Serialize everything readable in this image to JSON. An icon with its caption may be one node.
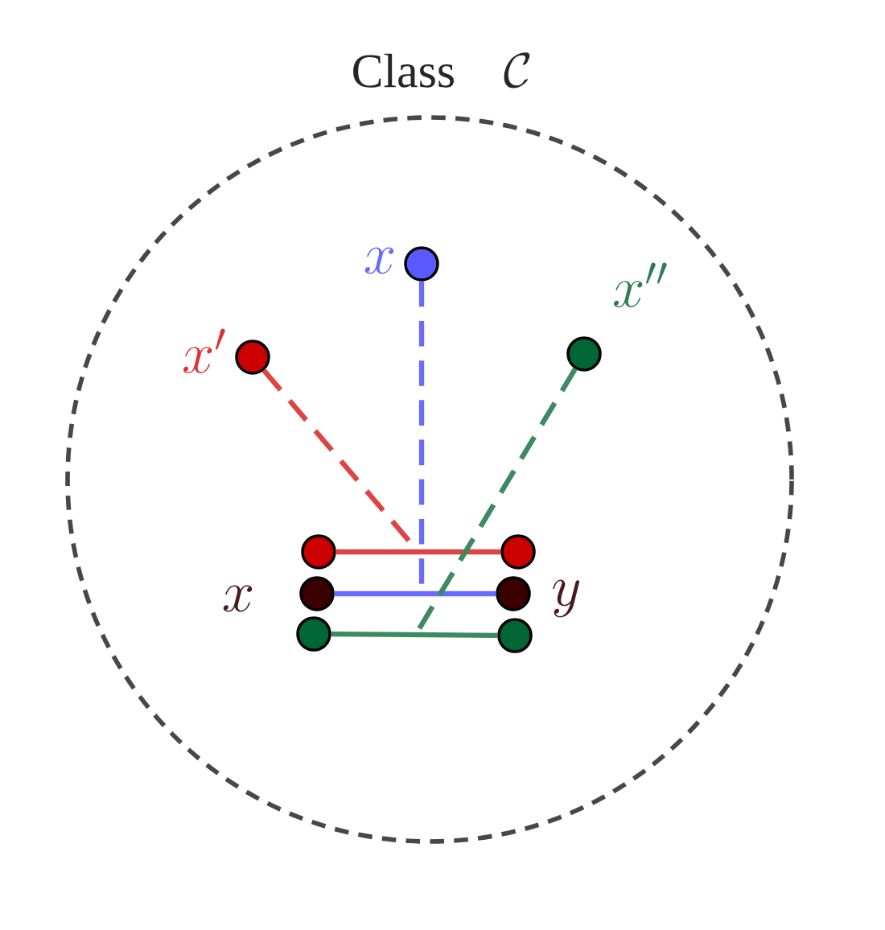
{
  "diagram": {
    "nodes": [
      {
        "text": [
          "\\mathrm{Class}\\quad\\mathcal{C}"
        ]
      },
      {
        "text": [],
        "shape": "circle",
        "in": 0,
        "beside": [
          "x"
        ]
      },
      {
        "text": [],
        "shape": "circle",
        "in": 0,
        "beside": [
          "x'"
        ]
      },
      {
        "text": [],
        "shape": "circle",
        "in": 0,
        "beside": [
          "x''"
        ]
      },
      {
        "text": [],
        "shape": "circle",
        "in": 0
      },
      {
        "text": [],
        "shape": "circle",
        "in": 0
      },
      {
        "text": [],
        "shape": "circle",
        "in": 0,
        "beside": [
          "x"
        ]
      },
      {
        "text": [],
        "shape": "circle",
        "in": 0,
        "beside": [
          "y"
        ]
      },
      {
        "text": [],
        "shape": "circle",
        "in": 0
      },
      {
        "text": [],
        "shape": "circle",
        "in": 0
      }
    ],
    "edges": [
      {
        "from": 4,
        "to": 5,
        "arrow": "none",
        "color": "#dd4444"
      },
      {
        "from": 6,
        "to": 7,
        "arrow": "none",
        "color": "#6a6aff"
      },
      {
        "from": 8,
        "to": 9,
        "arrow": "none",
        "color": "#3d8a60"
      },
      {
        "from": 1,
        "to": null,
        "arrow": "none",
        "style": "dashed",
        "color": "#6a6aff"
      },
      {
        "from": 2,
        "to": null,
        "arrow": "none",
        "style": "dashed",
        "color": "#dd4444"
      },
      {
        "from": 3,
        "to": null,
        "arrow": "none",
        "style": "dashed",
        "color": "#3d8a60"
      }
    ]
  }
}
